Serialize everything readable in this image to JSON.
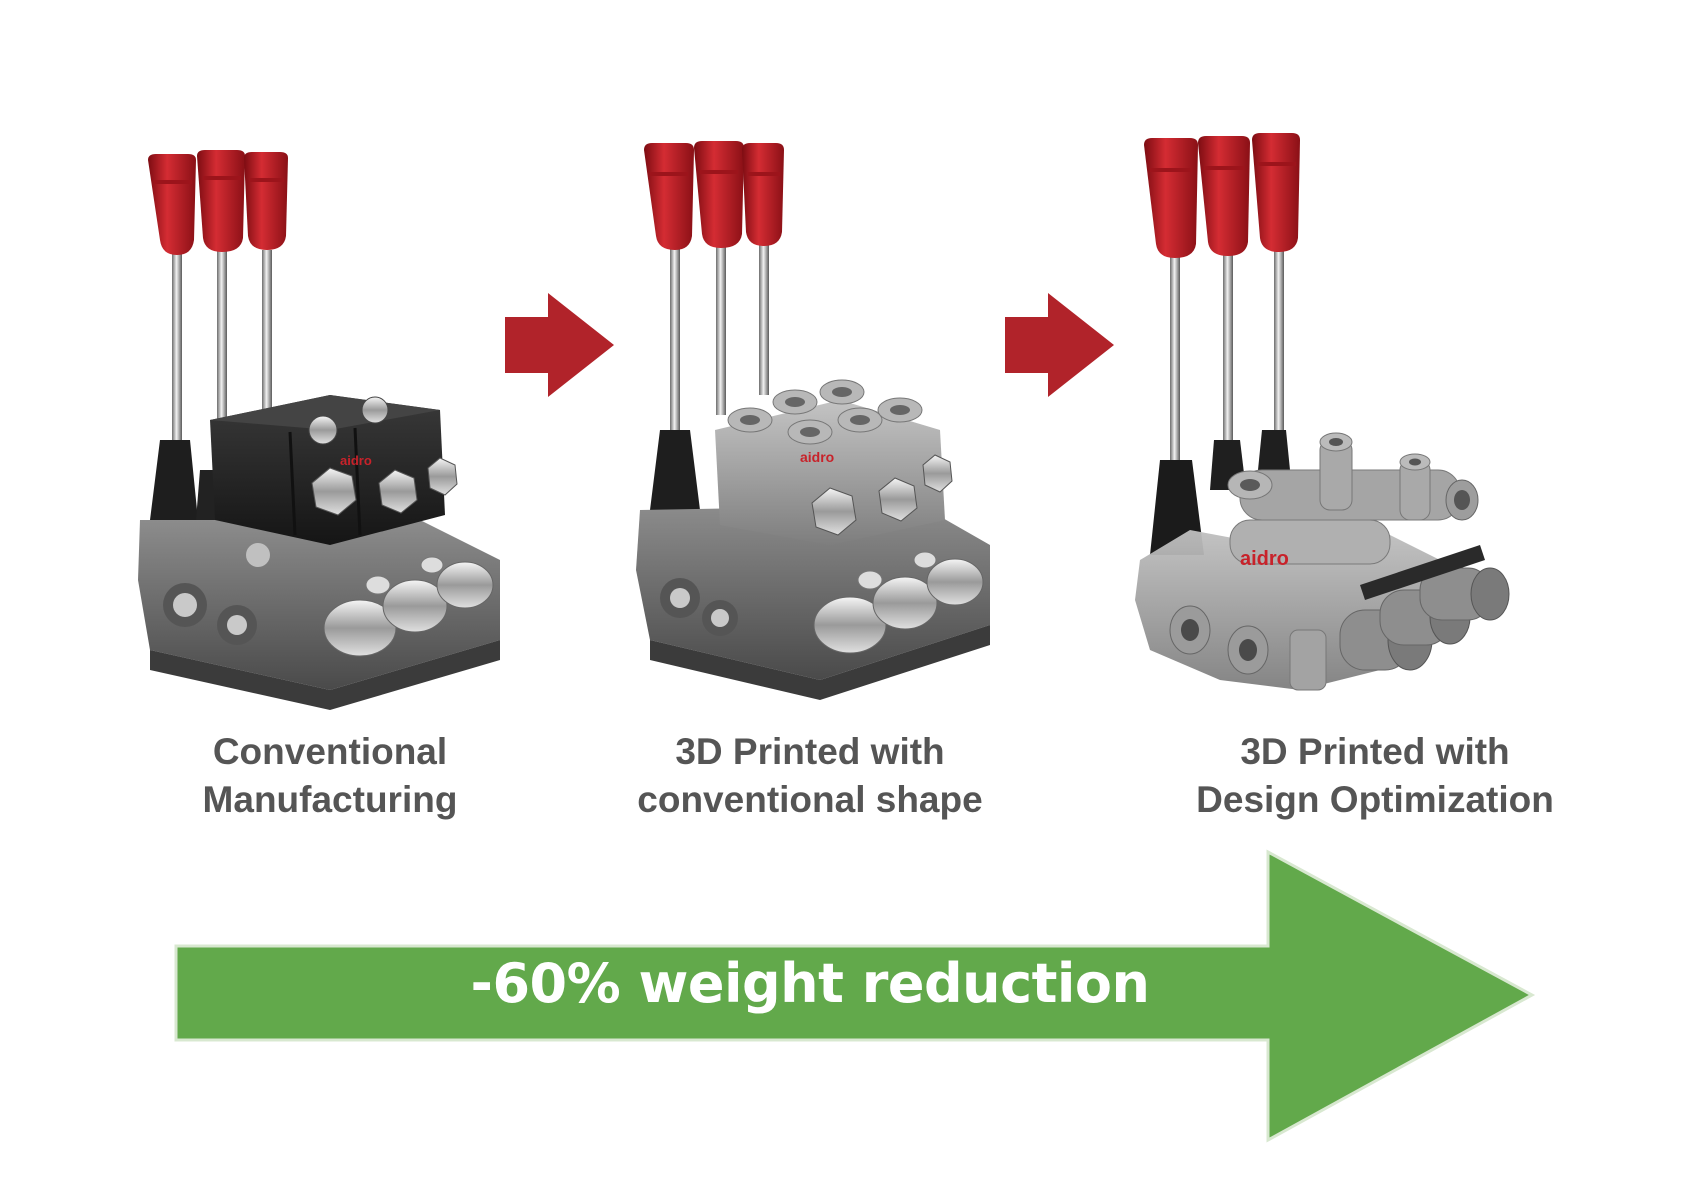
{
  "products": [
    {
      "caption_line1": "Conventional",
      "caption_line2": "Manufacturing",
      "brand": "aidro"
    },
    {
      "caption_line1": "3D Printed with",
      "caption_line2": "conventional shape",
      "brand": "aidro"
    },
    {
      "caption_line1": "3D Printed with",
      "caption_line2": "Design Optimization",
      "brand": "aidro"
    }
  ],
  "banner": {
    "label": "-60% weight reduction"
  },
  "colors": {
    "handle_red": "#c8222a",
    "step_arrow_red": "#b1232a",
    "banner_green": "#62a94b",
    "caption_gray": "#555555",
    "block_black": "#2b2b2b",
    "casting_gray": "#9a9a9a",
    "printed_gray": "#a9a9a9"
  },
  "icons": [
    "red-arrow-icon",
    "red-arrow-icon",
    "green-arrow-icon"
  ]
}
